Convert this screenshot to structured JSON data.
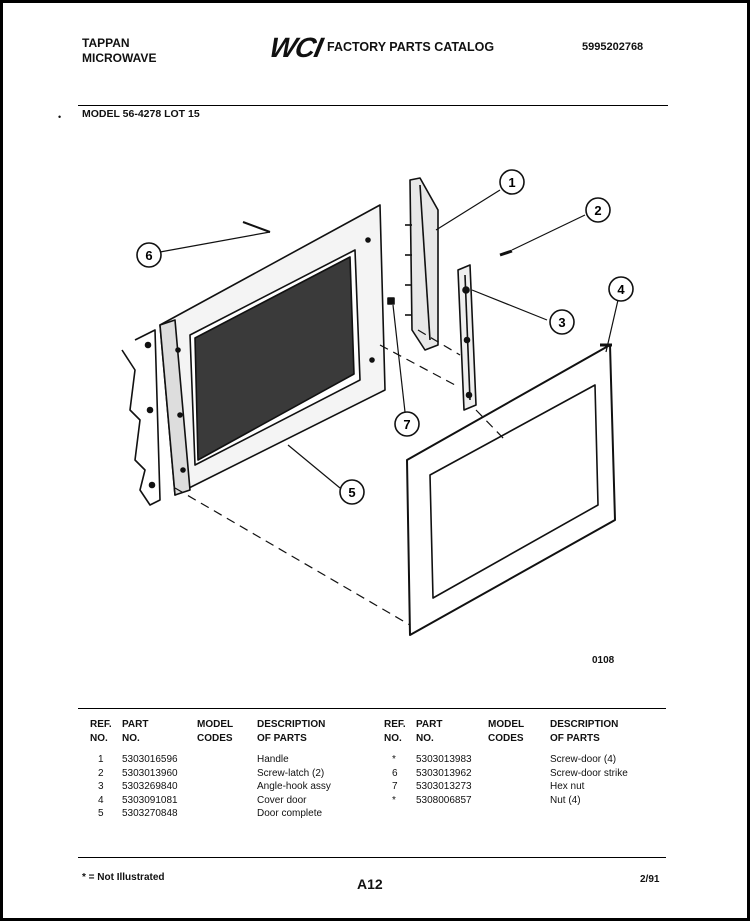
{
  "header": {
    "brand_line1": "TAPPAN",
    "brand_line2": "MICROWAVE",
    "logo": "WCI",
    "catalog_title": "FACTORY PARTS CATALOG",
    "catalog_number": "5995202768"
  },
  "model_line": "MODEL 56-4278 LOT 15",
  "figure_code": "0108",
  "callouts": [
    "1",
    "2",
    "3",
    "4",
    "5",
    "6",
    "7"
  ],
  "table_headers": {
    "ref": "REF.\nNO.",
    "part": "PART\nNO.",
    "model": "MODEL\nCODES",
    "desc": "DESCRIPTION\nOF PARTS"
  },
  "parts_left": [
    {
      "ref": "1",
      "part": "5303016596",
      "model": "",
      "desc": "Handle"
    },
    {
      "ref": "2",
      "part": "5303013960",
      "model": "",
      "desc": "Screw-latch (2)"
    },
    {
      "ref": "3",
      "part": "5303269840",
      "model": "",
      "desc": "Angle-hook assy"
    },
    {
      "ref": "4",
      "part": "5303091081",
      "model": "",
      "desc": "Cover door"
    },
    {
      "ref": "5",
      "part": "5303270848",
      "model": "",
      "desc": "Door complete"
    }
  ],
  "parts_right": [
    {
      "ref": "*",
      "part": "5303013983",
      "model": "",
      "desc": "Screw-door (4)"
    },
    {
      "ref": "6",
      "part": "5303013962",
      "model": "",
      "desc": "Screw-door strike"
    },
    {
      "ref": "7",
      "part": "5303013273",
      "model": "",
      "desc": "Hex nut"
    },
    {
      "ref": "*",
      "part": "5308006857",
      "model": "",
      "desc": "Nut (4)"
    }
  ],
  "footer": {
    "note": "* = Not Illustrated",
    "page": "A12",
    "date": "2/91"
  }
}
